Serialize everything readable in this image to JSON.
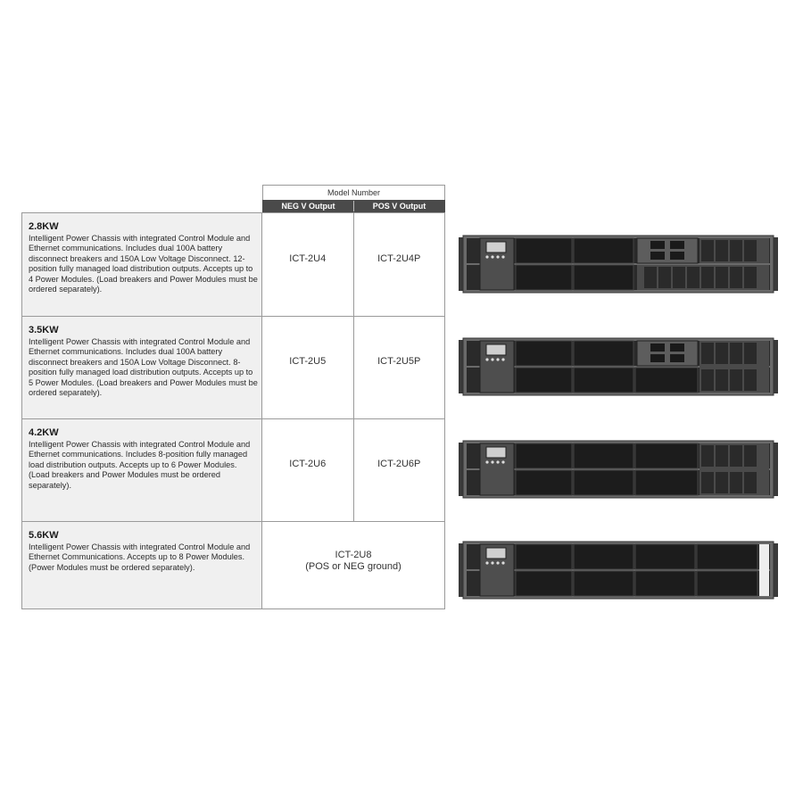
{
  "table": {
    "header_group": "Model Number",
    "col_neg": "NEG V Output",
    "col_pos": "POS V Output",
    "rows": [
      {
        "power": "2.8KW",
        "description": "Intelligent Power Chassis with integrated Control Module and Ethernet communications. Includes dual 100A battery disconnect breakers and 150A Low Voltage Disconnect. 12-position fully managed load distribution outputs. Accepts up to 4 Power Modules. (Load breakers and Power Modules must be ordered separately).",
        "neg_model": "ICT-2U4",
        "pos_model": "ICT-2U4P"
      },
      {
        "power": "3.5KW",
        "description": "Intelligent Power Chassis with integrated Control Module and Ethernet communications. Includes dual 100A battery disconnect breakers and 150A Low Voltage Disconnect. 8-position fully managed load distribution outputs. Accepts up to 5 Power Modules. (Load breakers and Power Modules must be ordered separately).",
        "neg_model": "ICT-2U5",
        "pos_model": "ICT-2U5P"
      },
      {
        "power": "4.2KW",
        "description": "Intelligent Power Chassis with integrated Control Module and Ethernet communications. Includes 8-position fully managed load distribution outputs. Accepts up to 6 Power Modules. (Load breakers and Power Modules must be ordered separately).",
        "neg_model": "ICT-2U6",
        "pos_model": "ICT-2U6P"
      },
      {
        "power": "5.6KW",
        "description": "Intelligent Power Chassis with integrated Control Module and Ethernet Communications. Accepts up to 8 Power Modules. (Power Modules must be ordered separately).",
        "model_line1": "ICT-2U8",
        "model_line2": "(POS or NEG ground)"
      }
    ]
  },
  "colors": {
    "header_bg": "#4a4a4a",
    "description_bg": "#f0f0f0",
    "border": "#9a9a9a",
    "chassis_dark": "#1e1e1e",
    "chassis_frame": "#5a5a5a"
  },
  "images": [
    {
      "name": "chassis-2u4-image",
      "modules": 4
    },
    {
      "name": "chassis-2u5-image",
      "modules": 5
    },
    {
      "name": "chassis-2u6-image",
      "modules": 6
    },
    {
      "name": "chassis-2u8-image",
      "modules": 8
    }
  ]
}
